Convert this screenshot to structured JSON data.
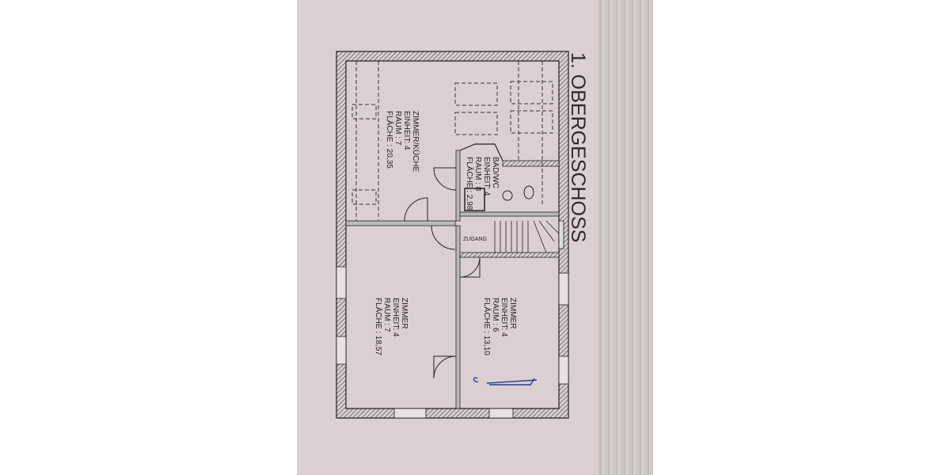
{
  "title": "1. OBERGESCHOSS",
  "rooms": [
    {
      "name": "ZIMMER/KÜCHE",
      "unit": "EINHEIT: 4",
      "room": "RAUM  : 7",
      "area": "FLÄCHE : 20,35"
    },
    {
      "name": "BAD/WC",
      "unit": "EINHEIT: 4",
      "room": "RAUM  : 8",
      "area": "FLÄCHE : 2,98"
    },
    {
      "name": "ZIMMER",
      "unit": "EINHEIT: 4",
      "room": "RAUM  : 7",
      "area": "FLÄCHE : 18,57"
    },
    {
      "name": "ZIMMER",
      "unit": "EINHEIT: 4",
      "room": "RAUM  : 6",
      "area": "FLÄCHE : 13,10"
    }
  ],
  "zugang": "ZUGANG",
  "annotation_color": "#2b3c9a"
}
